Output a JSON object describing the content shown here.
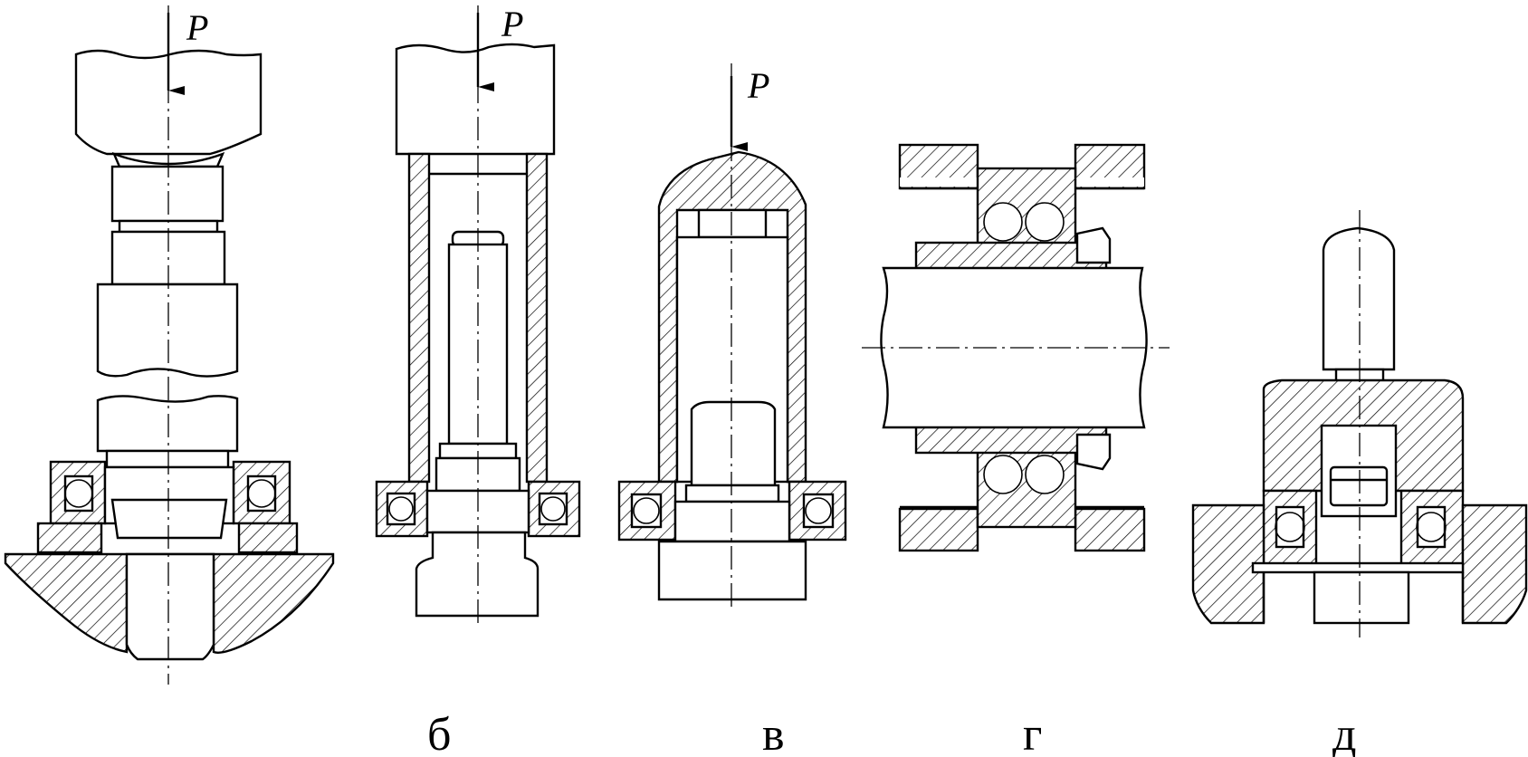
{
  "force_symbol": "P",
  "figure_labels": {
    "b": "б",
    "v": "в",
    "g": "г",
    "d": "д"
  },
  "colors": {
    "line": "#000000",
    "background": "#ffffff"
  }
}
